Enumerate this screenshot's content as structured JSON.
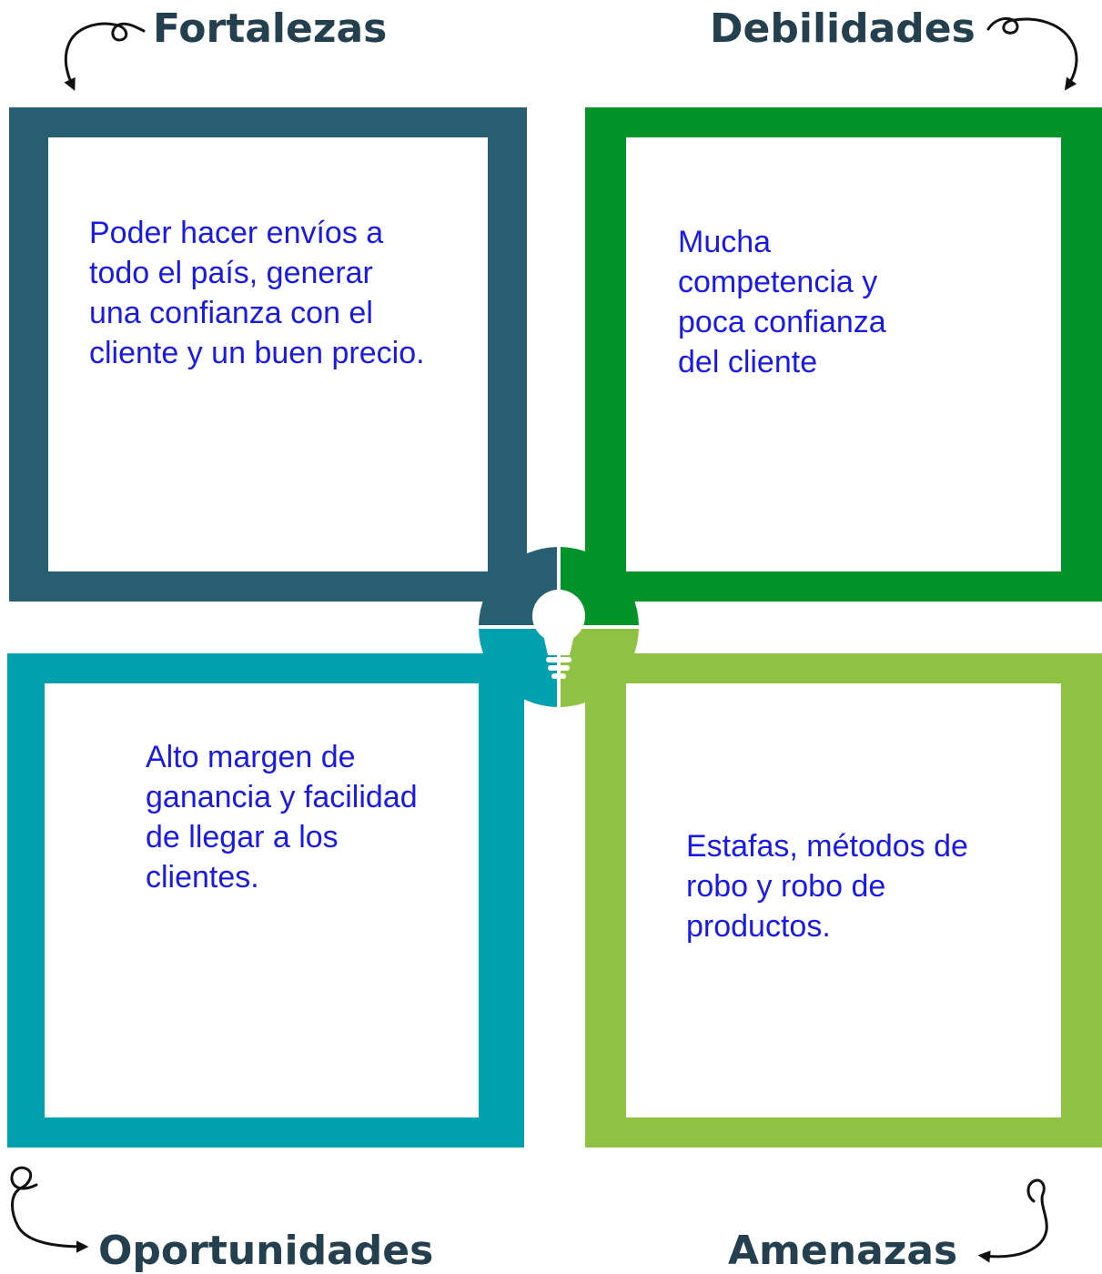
{
  "colors": {
    "fortalezas": "#285e72",
    "debilidades": "#029428",
    "oportunidades": "#00a0ae",
    "amenazas": "#8fc142",
    "heading_text": "#24404f",
    "body_text": "#1a1ae6"
  },
  "headings": {
    "fortalezas": "Fortalezas",
    "debilidades": "Debilidades",
    "oportunidades": "Oportunidades",
    "amenazas": "Amenazas"
  },
  "quadrants": {
    "fortalezas": "Poder hacer envíos a todo el país, generar una confianza con el cliente y un buen precio.",
    "debilidades": "Mucha competencia y poca confianza del cliente",
    "oportunidades": "Alto margen de ganancia y facilidad de llegar a los clientes.",
    "amenazas": "Estafas, métodos de robo y robo de productos."
  },
  "icons": {
    "center": "lightbulb-icon",
    "arrows": [
      "curly-arrow-icon"
    ]
  }
}
